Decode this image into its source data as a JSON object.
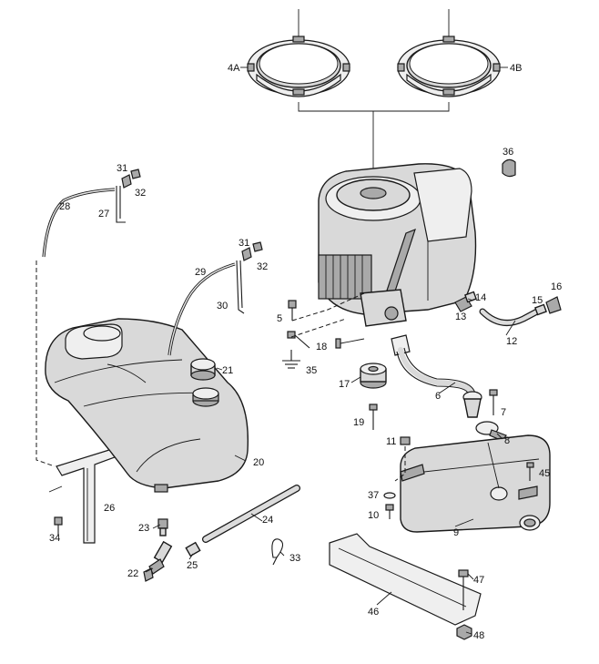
{
  "callouts": {
    "c4a": "4A",
    "c4b": "4B",
    "c5": "5",
    "c6": "6",
    "c7": "7",
    "c8": "8",
    "c9": "9",
    "c10": "10",
    "c11": "11",
    "c12": "12",
    "c13": "13",
    "c14": "14",
    "c15": "15",
    "c16": "16",
    "c17": "17",
    "c18": "18",
    "c19": "19",
    "c20": "20",
    "c21": "21",
    "c22": "22",
    "c23": "23",
    "c24": "24",
    "c25": "25",
    "c26": "26",
    "c27": "27",
    "c28": "28",
    "c29": "29",
    "c30": "30",
    "c31a": "31",
    "c31b": "31",
    "c32a": "32",
    "c32b": "32",
    "c33": "33",
    "c34": "34",
    "c35": "35",
    "c36": "36",
    "c37": "37",
    "c45": "45",
    "c46": "46",
    "c47": "47",
    "c48": "48"
  }
}
